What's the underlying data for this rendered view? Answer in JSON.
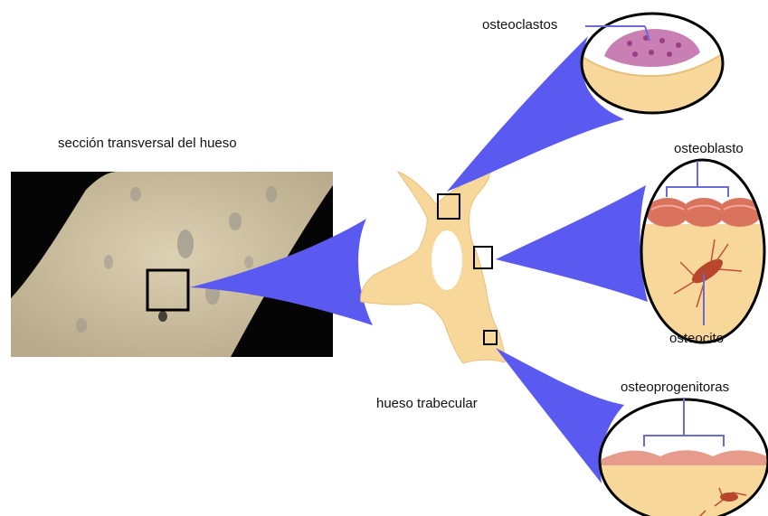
{
  "labels": {
    "cross_section": "sección transversal del hueso",
    "trabecular": "hueso trabecular",
    "osteoclasts": "osteoclastos",
    "osteoblast": "osteoblasto",
    "osteocyte": "osteocito",
    "osteoprogenitors": "osteoprogenitoras"
  },
  "colors": {
    "callout": "#5a5af0",
    "bone": "#f8d79b",
    "bone_dark": "#e9bf7a",
    "osteoclast": "#c97fb4",
    "osteoblast": "#d9735e",
    "pointer_line": "#6b6bd6",
    "photo_bg": "#050505",
    "photo_bone": "#cdbf9e"
  }
}
